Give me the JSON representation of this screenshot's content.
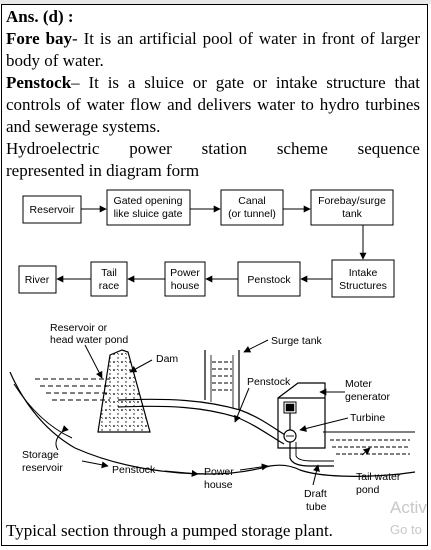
{
  "answer_label": "Ans. (d) :",
  "forebay": {
    "term": "Fore bay",
    "definition": "- It is an artificial pool of water in front of larger body of water."
  },
  "penstock": {
    "term": "Penstock",
    "definition": "– It is a sluice or gate or intake structure that controls of water flow and delivers water to hydro turbines and sewerage systems."
  },
  "scheme_line1_words": [
    "Hydroelectric",
    "power",
    "station",
    "scheme",
    "sequence"
  ],
  "scheme_line2": "represented in diagram form",
  "flow": {
    "reservoir": "Reservoir",
    "gated_1": "Gated opening",
    "gated_2": "like sluice gate",
    "canal_1": "Canal",
    "canal_2": "(or tunnel)",
    "forebay_1": "Forebay/surge",
    "forebay_2": "tank",
    "intake_1": "Intake",
    "intake_2": "Structures",
    "penstock": "Penstock",
    "powerhouse_1": "Power",
    "powerhouse_2": "house",
    "tailrace_1": "Tail",
    "tailrace_2": "race",
    "river": "River"
  },
  "section": {
    "reservoir_1": "Reservoir or",
    "reservoir_2": "head water pond",
    "dam": "Dam",
    "surge_tank": "Surge tank",
    "penstock_upper": "Penstock",
    "moter_1": "Moter",
    "moter_2": "generator",
    "turbine": "Turbine",
    "storage_1": "Storage",
    "storage_2": "reservoir",
    "penstock_lower": "Penstock",
    "power_1": "Power",
    "power_2": "house",
    "tailwater_1": "Tail water",
    "tailwater_2": "pond",
    "draft_1": "Draft",
    "draft_2": "tube"
  },
  "caption": "Typical section through a pumped storage plant.",
  "watermark": {
    "line1": "Activ",
    "line2": "Go to"
  }
}
